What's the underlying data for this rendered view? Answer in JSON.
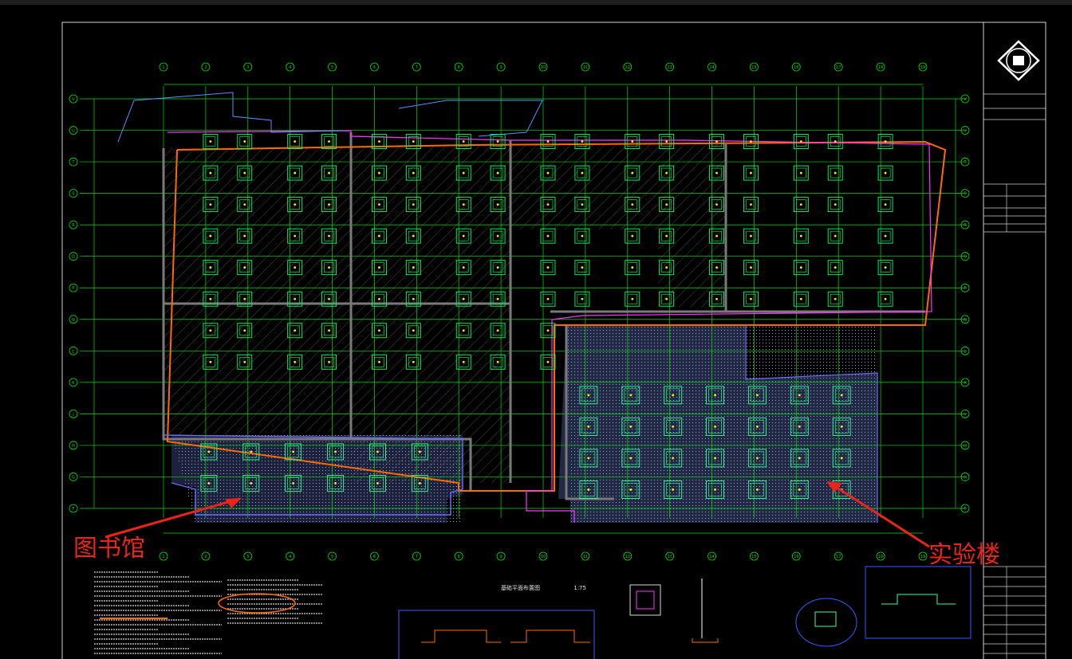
{
  "annotations": {
    "library_label": "图书馆",
    "lab_label": "实验楼"
  },
  "plan_title": "基础平面布置图",
  "plan_scale": "1:75",
  "axes_top": [
    "1",
    "2",
    "3",
    "4",
    "5",
    "6",
    "7",
    "8",
    "9",
    "10",
    "11",
    "12",
    "13",
    "14",
    "15",
    "16",
    "17",
    "18",
    "19"
  ],
  "axes_left": [
    "V",
    "U",
    "T",
    "S",
    "R",
    "Q",
    "P",
    "N",
    "L",
    "K",
    "J",
    "H",
    "G",
    "F"
  ],
  "colors": {
    "background": "#000000",
    "grid": "#00e000",
    "axis_bubble": "#00e000",
    "wall": "#7a7a7a",
    "outline_orange": "#ff6a00",
    "outline_magenta": "#ff33ff",
    "footing": "#00ff66",
    "annotation": "#e8241c",
    "lab_fill": "#4a5a9a"
  }
}
